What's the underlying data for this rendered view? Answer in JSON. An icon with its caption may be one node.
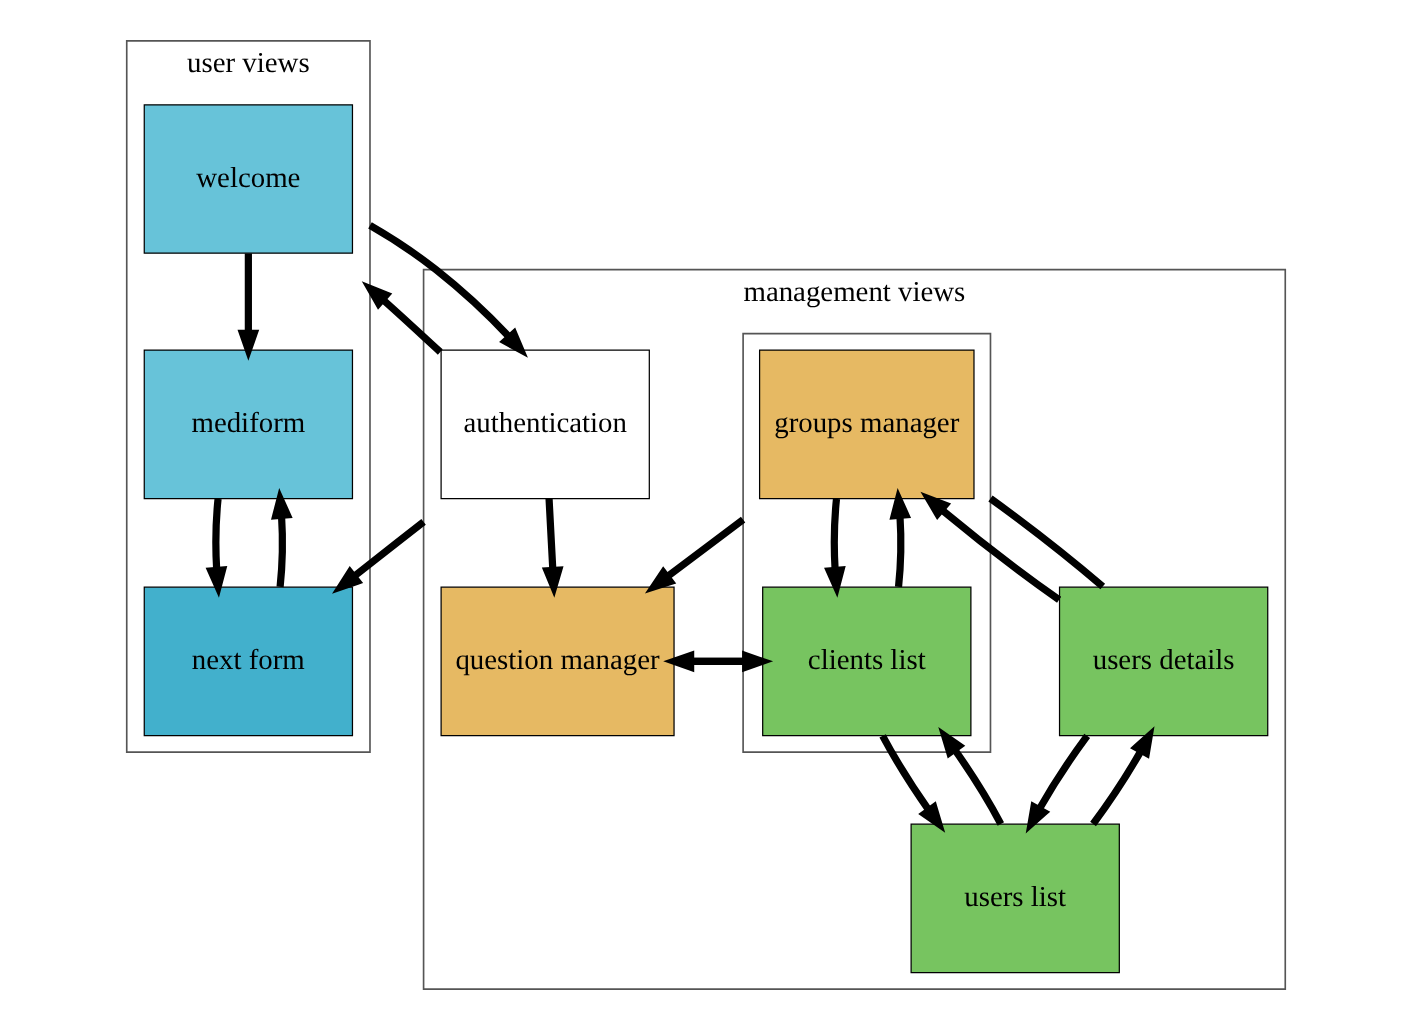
{
  "diagram": {
    "nodes": [
      {
        "text": [
          "user views"
        ]
      },
      {
        "text": [
          "welcome"
        ],
        "in": 0
      },
      {
        "text": [
          "mediform"
        ],
        "in": 0
      },
      {
        "text": [
          "next form"
        ],
        "in": 0
      },
      {
        "text": [
          "management views"
        ]
      },
      {
        "text": [
          "authentication"
        ],
        "in": 4
      },
      {
        "text": [
          "question manager"
        ],
        "in": 4
      },
      {
        "text": [],
        "shape": "box",
        "in": 4
      },
      {
        "text": [
          "groups manager"
        ],
        "in": 7
      },
      {
        "text": [
          "clients list"
        ],
        "in": 7
      },
      {
        "text": [
          "users details"
        ],
        "in": 4
      },
      {
        "text": [
          "users list"
        ],
        "in": 4
      }
    ],
    "edges": [
      {
        "from": 1,
        "to": 2,
        "arrow": "to"
      },
      {
        "from": 3,
        "to": 2,
        "arrow": "to"
      },
      {
        "from": 2,
        "to": 3,
        "arrow": "to"
      },
      {
        "from": 0,
        "to": 5,
        "arrow": "to"
      },
      {
        "from": 5,
        "to": 0,
        "arrow": "to"
      },
      {
        "from": 5,
        "to": 6,
        "arrow": "to"
      },
      {
        "from": 7,
        "to": 6,
        "arrow": "to"
      },
      {
        "from": 6,
        "to": 9,
        "arrow": "to"
      },
      {
        "from": 9,
        "to": 6,
        "arrow": "to"
      },
      {
        "from": 9,
        "to": 8,
        "arrow": "to"
      },
      {
        "from": 8,
        "to": 9,
        "arrow": "to"
      },
      {
        "from": 10,
        "to": 8,
        "arrow": "to"
      },
      {
        "from": 10,
        "to": 7,
        "arrow": "none"
      },
      {
        "from": 9,
        "to": 11,
        "arrow": "to"
      },
      {
        "from": 11,
        "to": 9,
        "arrow": "to"
      },
      {
        "from": 11,
        "to": 10,
        "arrow": "to"
      },
      {
        "from": 10,
        "to": 11,
        "arrow": "to"
      },
      {
        "from": 4,
        "to": 3,
        "arrow": "to"
      }
    ]
  }
}
